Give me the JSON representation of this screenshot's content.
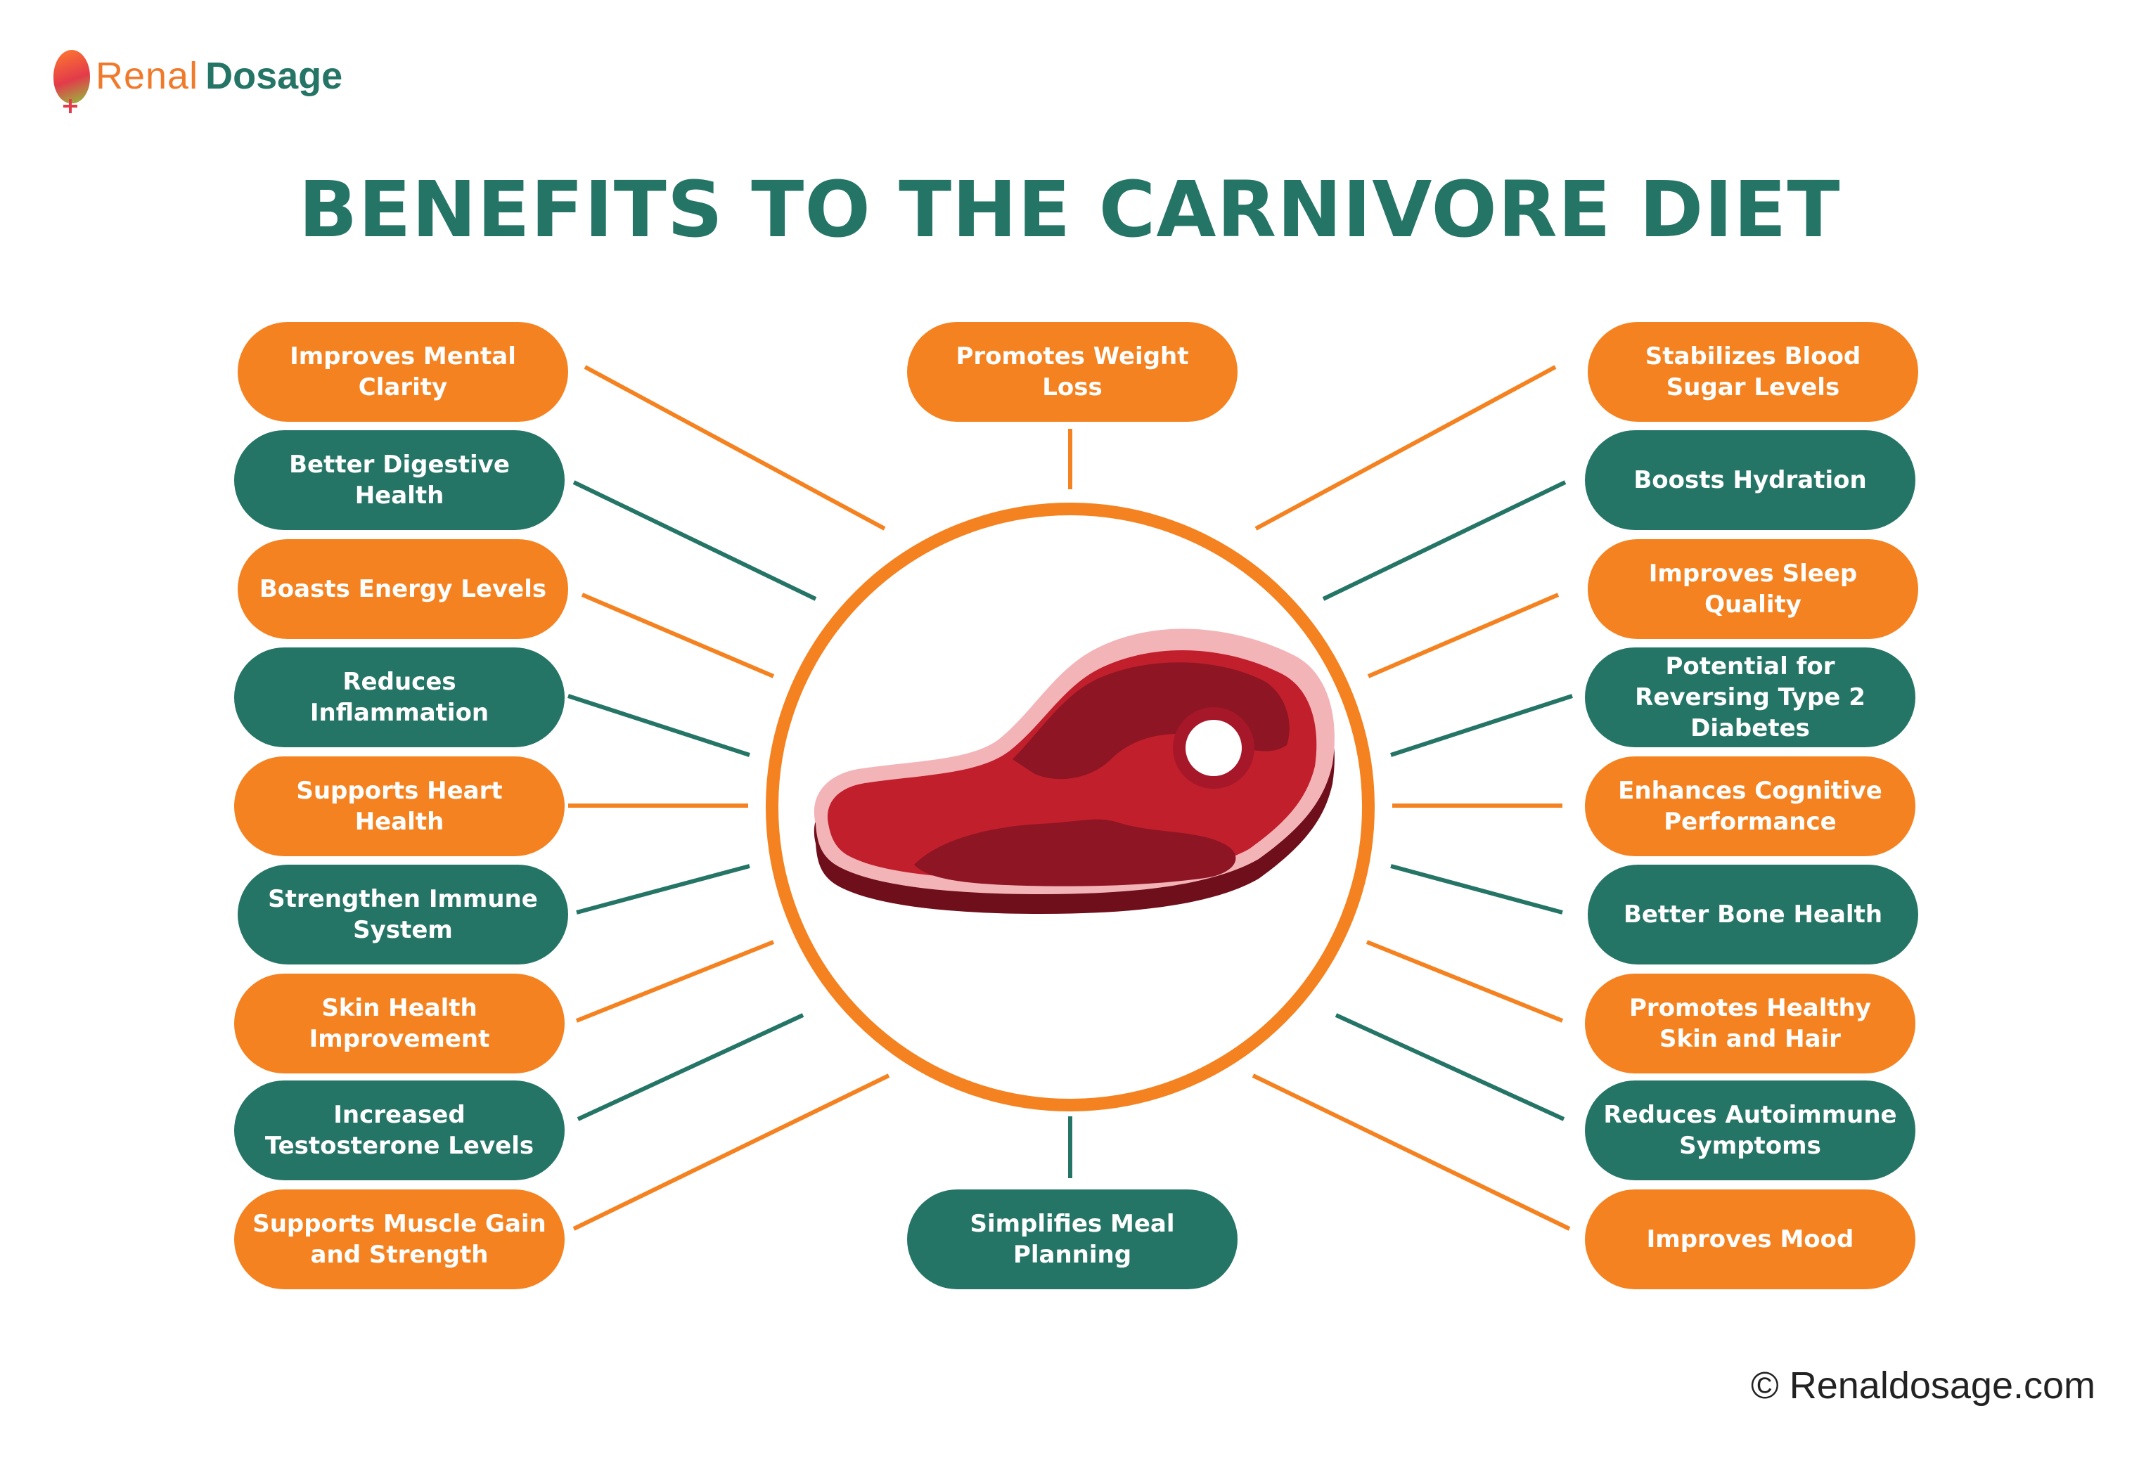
{
  "brand": {
    "name_part1": "Renal",
    "name_part2": "Dosage"
  },
  "title": "BENEFITS TO THE CARNIVORE DIET",
  "center_icon": "steak-icon",
  "colors": {
    "orange": "#f58220",
    "green": "#257567",
    "meat_red": "#c11f2c",
    "meat_dark": "#8e1523",
    "fat_pink": "#f3b4b8"
  },
  "benefits": {
    "top": "Promotes Weight Loss",
    "bottom": "Simplifies Meal Planning",
    "left": [
      "Improves Mental Clarity",
      "Better Digestive Health",
      "Boasts Energy Levels",
      "Reduces Inflammation",
      "Supports Heart Health",
      "Strengthen Immune System",
      "Skin Health Improvement",
      "Increased Testosterone Levels",
      "Supports Muscle Gain and Strength"
    ],
    "right": [
      "Stabilizes Blood Sugar Levels",
      "Boosts Hydration",
      "Improves Sleep Quality",
      "Potential for Reversing Type 2 Diabetes",
      "Enhances Cognitive Performance",
      "Better Bone Health",
      "Promotes Healthy Skin and Hair",
      "Reduces Autoimmune Symptoms",
      "Improves Mood"
    ]
  },
  "footer": {
    "copyright": "© Renaldosage.com"
  }
}
